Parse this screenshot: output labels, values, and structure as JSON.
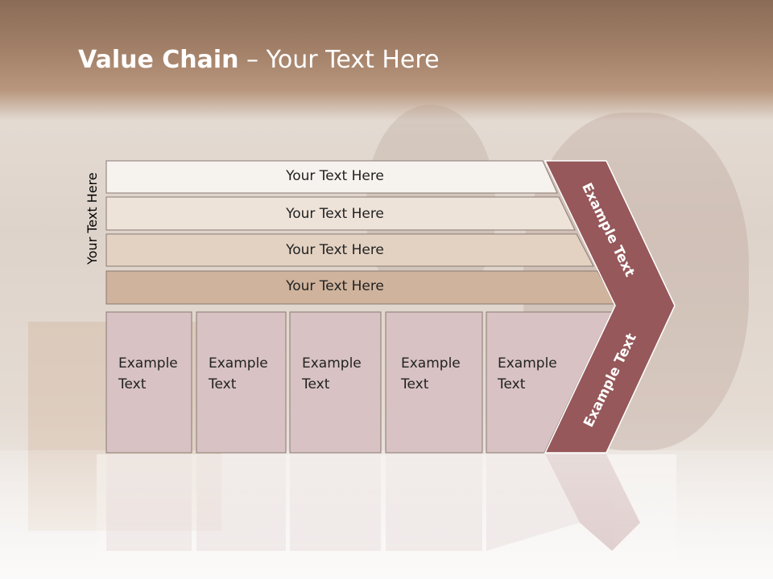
{
  "slide": {
    "title_bold": "Value Chain",
    "title_rest": " – Your Text Here",
    "side_label": "Your Text Here"
  },
  "bars": [
    {
      "label": "Your Text Here",
      "fill": "#f6f2ee"
    },
    {
      "label": "Your Text Here",
      "fill": "#eee3d9"
    },
    {
      "label": "Your Text Here",
      "fill": "#e3d2c2"
    },
    {
      "label": "Your Text Here",
      "fill": "#cfb39c"
    }
  ],
  "columns": [
    {
      "line1": "Example",
      "line2": "Text"
    },
    {
      "line1": "Example",
      "line2": "Text"
    },
    {
      "line1": "Example",
      "line2": "Text"
    },
    {
      "line1": "Example",
      "line2": "Text"
    },
    {
      "line1": "Example",
      "line2": "Text"
    }
  ],
  "chevron": {
    "upper_text": "Example Text",
    "lower_text": "Example Text",
    "fill": "#96585a"
  },
  "colors": {
    "column_fill": "#d8c2c3",
    "outline": "#8a7a72"
  }
}
